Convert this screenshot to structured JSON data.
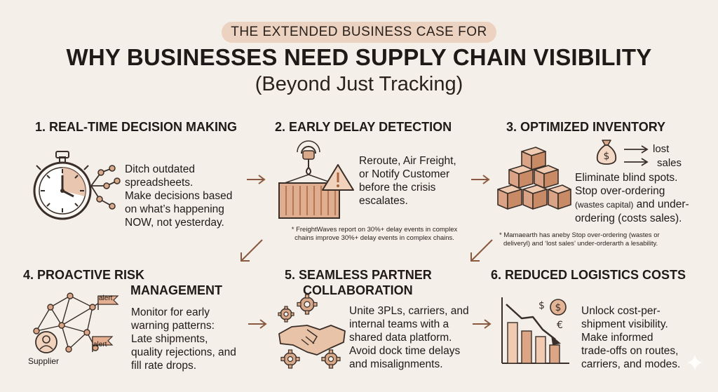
{
  "header": {
    "kicker": "THE EXTENDED BUSINESS CASE FOR",
    "title": "WHY BUSINESSES NEED SUPPLY CHAIN VISIBILITY",
    "subtitle": "(Beyond Just Tracking)"
  },
  "sections": [
    {
      "title": "1. REAL-TIME DECISION MAKING",
      "body": [
        "Ditch outdated",
        "spreadsheets.",
        "Make decisions based",
        "on what’s happening",
        "NOW, not yesterday."
      ]
    },
    {
      "title": "2. EARLY DELAY DETECTION",
      "body": [
        "Reroute, Air Freight,",
        "or Notify Customer",
        "before the crisis",
        "escalates."
      ],
      "note": [
        "* FreightWaves report on 30%+ delay events in complex",
        "chains improve 30%+ delay events in complex chains."
      ]
    },
    {
      "title": "3. OPTIMIZED INVENTORY",
      "icon_labels": [
        "lost",
        "sales"
      ],
      "body_lines": [
        "Eliminate blind spots.",
        "Stop over-ordering"
      ],
      "body_small": "(wastes capital)",
      "body_after_small": " and under-",
      "body_end": "ordering (costs sales).",
      "note": [
        "* Mamaearth has aneby Stop over-ordering (wastes or",
        "deliveryl) and ‘lost sales’ under-orderarth a lesability."
      ]
    },
    {
      "title_lines": [
        "4. PROACTIVE RISK",
        "MANAGEMENT"
      ],
      "body": [
        "Monitor for early",
        "warning patterns:",
        "Late shipments,",
        "quality rejections, and",
        "fill rate drops."
      ],
      "flag_label": "alert",
      "supplier_label": "Supplier"
    },
    {
      "title_lines": [
        "5. SEAMLESS PARTNER",
        "COLLABORATION"
      ],
      "body": [
        "Unite 3PLs, carriers, and",
        "internal teams with a",
        "shared data platform.",
        "Avoid dock time delays",
        "and misalignments."
      ]
    },
    {
      "title": "6. REDUCED LOGISTICS COSTS",
      "body": [
        "Unlock cost-per-",
        "shipment visibility.",
        "Make informed",
        "trade-offs on routes,",
        "carriers, and modes."
      ]
    }
  ],
  "colors": {
    "background": "#f5efe9",
    "pill": "#ecd2c0",
    "accent_tan": "#d9a98a",
    "accent_dark": "#a9643e",
    "ink": "#3a2e28"
  }
}
